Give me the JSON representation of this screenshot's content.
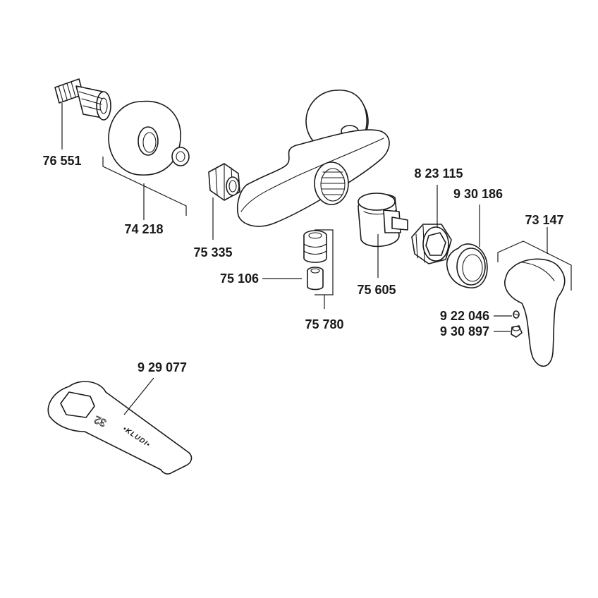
{
  "parts": [
    {
      "key": "connector",
      "number": "76 551"
    },
    {
      "key": "rosette",
      "number": "74 218"
    },
    {
      "key": "union_nut",
      "number": "75 335"
    },
    {
      "key": "check_valve",
      "number": "75 106"
    },
    {
      "key": "check_valve_set",
      "number": "75 780"
    },
    {
      "key": "cartridge",
      "number": "75 605"
    },
    {
      "key": "cartridge_nut",
      "number": "8 23 115"
    },
    {
      "key": "cover_sleeve",
      "number": "9 30 186"
    },
    {
      "key": "lever_handle",
      "number": "73 147"
    },
    {
      "key": "screw",
      "number": "9 22 046"
    },
    {
      "key": "cap",
      "number": "9 30 897"
    },
    {
      "key": "wrench",
      "number": "9 29 077"
    }
  ],
  "wrench": {
    "size_engraving": "32",
    "brand": "•KLUDI•"
  }
}
